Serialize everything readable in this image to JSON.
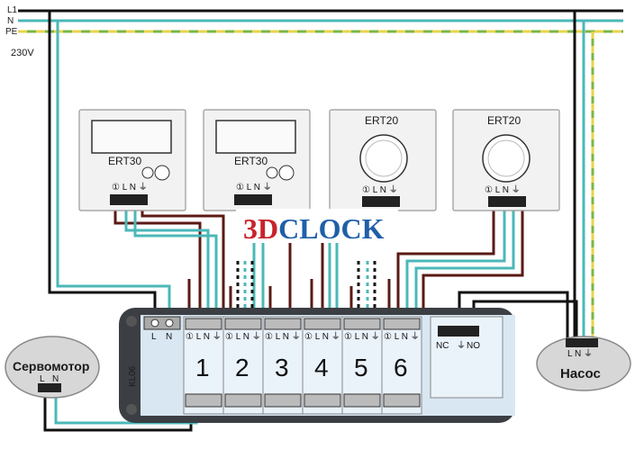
{
  "bus": {
    "l1": "L1",
    "n": "N",
    "pe": "PE",
    "voltage": "230V"
  },
  "thermostats": [
    {
      "model": "ERT30",
      "terminals": "① L N ⏚"
    },
    {
      "model": "ERT30",
      "terminals": "① L N ⏚"
    },
    {
      "model": "ERT20",
      "terminals": "① L N ⏚"
    },
    {
      "model": "ERT20",
      "terminals": "① L N ⏚"
    }
  ],
  "watermark": "3DCLOCK",
  "module": {
    "name": "KL06",
    "power_terminals": {
      "l": "L",
      "n": "N"
    },
    "zones": [
      "1",
      "2",
      "3",
      "4",
      "5",
      "6"
    ],
    "zone_terminals": "① L N ⏚",
    "relay": {
      "nc": "NC",
      "ground": "⏚",
      "no": "NO"
    }
  },
  "servomotor": {
    "label": "Сервомотор",
    "terminals": {
      "l": "L",
      "n": "N"
    }
  },
  "pump": {
    "label": "Насос",
    "terminals": "L N ⏚"
  },
  "colors": {
    "live": "#111111",
    "neutral": "#4bb8b8",
    "pe_green": "#7ab648",
    "pe_yellow": "#e8d44a",
    "control": "#5a1a14",
    "watermark_red": "#c8232c",
    "watermark_blue": "#1f5fa8"
  }
}
